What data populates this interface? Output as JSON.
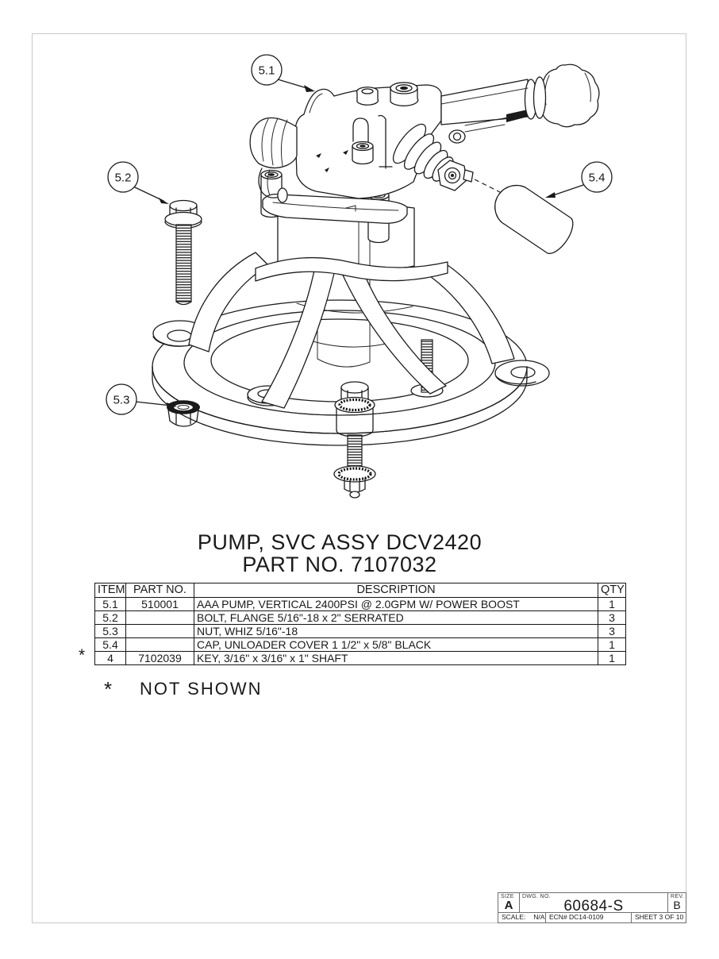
{
  "sheet": {
    "title_line1": "PUMP, SVC ASSY DCV2420",
    "title_line2": "PART NO. 7107032",
    "callouts": [
      {
        "label": "5.1"
      },
      {
        "label": "5.2"
      },
      {
        "label": "5.3"
      },
      {
        "label": "5.4"
      }
    ]
  },
  "parts_table": {
    "headers": {
      "item": "ITEM",
      "part_no": "PART NO.",
      "description": "DESCRIPTION",
      "qty": "QTY"
    },
    "rows": [
      {
        "marker": "",
        "item": "5.1",
        "part_no": "510001",
        "description": "AAA PUMP, VERTICAL 2400PSI @ 2.0GPM W/ POWER BOOST",
        "qty": "1"
      },
      {
        "marker": "",
        "item": "5.2",
        "part_no": "",
        "description": "BOLT, FLANGE 5/16\"-18 x 2\" SERRATED",
        "qty": "3"
      },
      {
        "marker": "",
        "item": "5.3",
        "part_no": "",
        "description": "NUT, WHIZ 5/16\"-18",
        "qty": "3"
      },
      {
        "marker": "",
        "item": "5.4",
        "part_no": "",
        "description": "CAP, UNLOADER COVER 1 1/2\" x 5/8\" BLACK",
        "qty": "1"
      },
      {
        "marker": "*",
        "item": "4",
        "part_no": "7102039",
        "description": "KEY, 3/16\" x 3/16\" x 1\" SHAFT",
        "qty": "1"
      }
    ]
  },
  "footnote": {
    "marker": "*",
    "text": "NOT SHOWN"
  },
  "title_block": {
    "size_label": "SIZE",
    "size_value": "A",
    "dwg_label": "DWG.  NO.",
    "dwg_value": "60684-S",
    "rev_label": "REV.",
    "rev_value": "B",
    "scale_label": "SCALE:",
    "scale_value": "N/A",
    "ecn_text": "ECN# DC14-0109",
    "sheet_text": "SHEET 3 OF 10"
  },
  "colors": {
    "line": "#1c1c1c",
    "sheet_border": "#c9c9c9",
    "block_border": "#6f6f6f"
  }
}
